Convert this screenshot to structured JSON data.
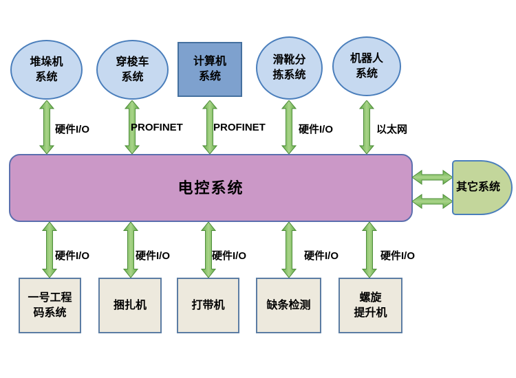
{
  "diagram": {
    "center": {
      "label": "电控系统"
    },
    "right": {
      "label": "其它系统"
    },
    "top_nodes": [
      {
        "label": "堆垛机\n系统",
        "link": "硬件I/O",
        "shape": "ellipse"
      },
      {
        "label": "穿梭车\n系统",
        "link": "PROFINET",
        "shape": "ellipse"
      },
      {
        "label": "计算机\n系统",
        "link": "PROFINET",
        "shape": "rect"
      },
      {
        "label": "滑靴分\n拣系统",
        "link": "硬件I/O",
        "shape": "ellipse"
      },
      {
        "label": "机器人\n系统",
        "link": "以太网",
        "shape": "ellipse"
      }
    ],
    "bottom_nodes": [
      {
        "label": "一号工程\n码系统",
        "link": "硬件I/O"
      },
      {
        "label": "捆扎机",
        "link": "硬件I/O"
      },
      {
        "label": "打带机",
        "link": "硬件I/O"
      },
      {
        "label": "缺条检测",
        "link": "硬件I/O"
      },
      {
        "label": "螺旋\n提升机",
        "link": "硬件I/O"
      }
    ],
    "colors": {
      "ellipse_fill": "#c6d9f0",
      "ellipse_border": "#4a7ebb",
      "computer_fill": "#7ea1ce",
      "center_fill": "#cb98c7",
      "other_system_fill": "#c3d69b",
      "bottom_box_fill": "#ede9dd",
      "arrow_green": "#79b952",
      "arrow_border": "#4e8c3a"
    }
  }
}
